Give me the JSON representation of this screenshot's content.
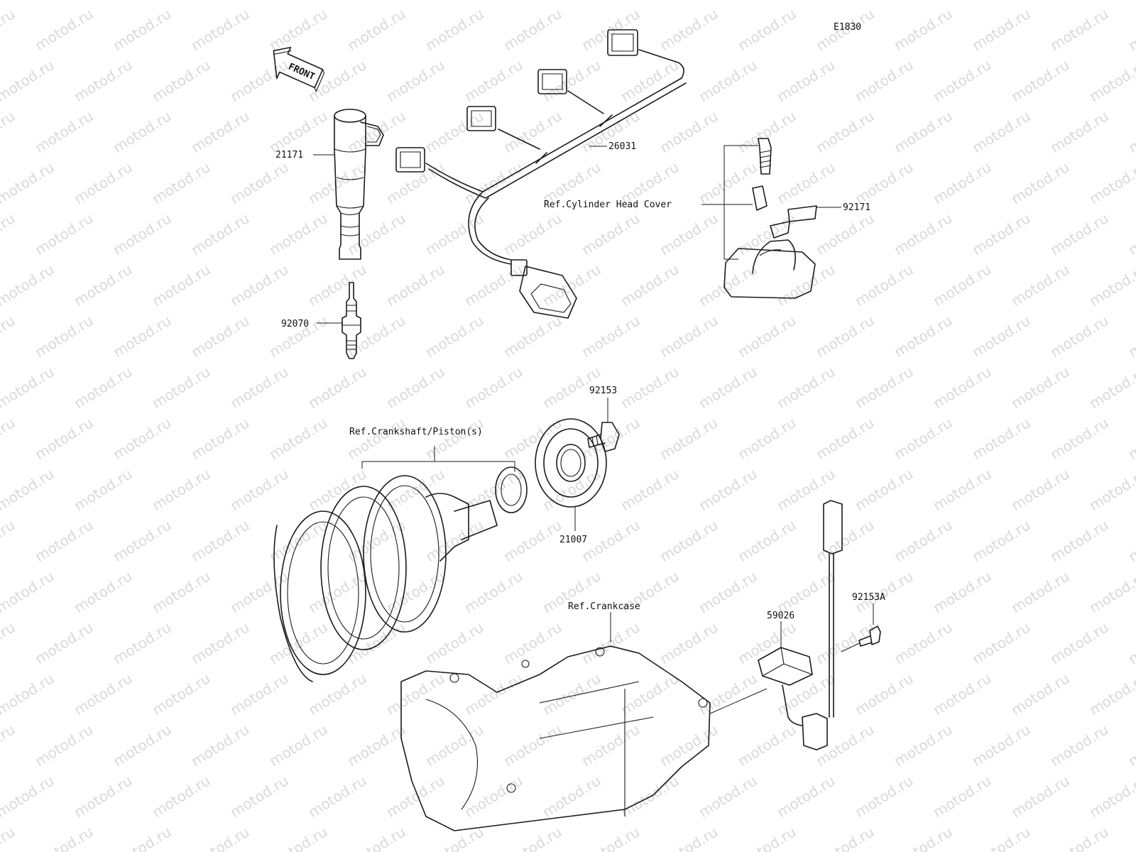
{
  "watermark": "motod.ru",
  "diagram_code": "E1830",
  "front_label": "FRONT",
  "part_labels": {
    "p21171": "21171",
    "p26031": "26031",
    "p92070": "92070",
    "p92171": "92171",
    "ref_head_cover": "Ref.Cylinder Head Cover",
    "p92153": "92153",
    "ref_crankshaft": "Ref.Crankshaft/Piston(s)",
    "p21007": "21007",
    "ref_crankcase": "Ref.Crankcase",
    "p59026": "59026",
    "p92153a": "92153A"
  }
}
